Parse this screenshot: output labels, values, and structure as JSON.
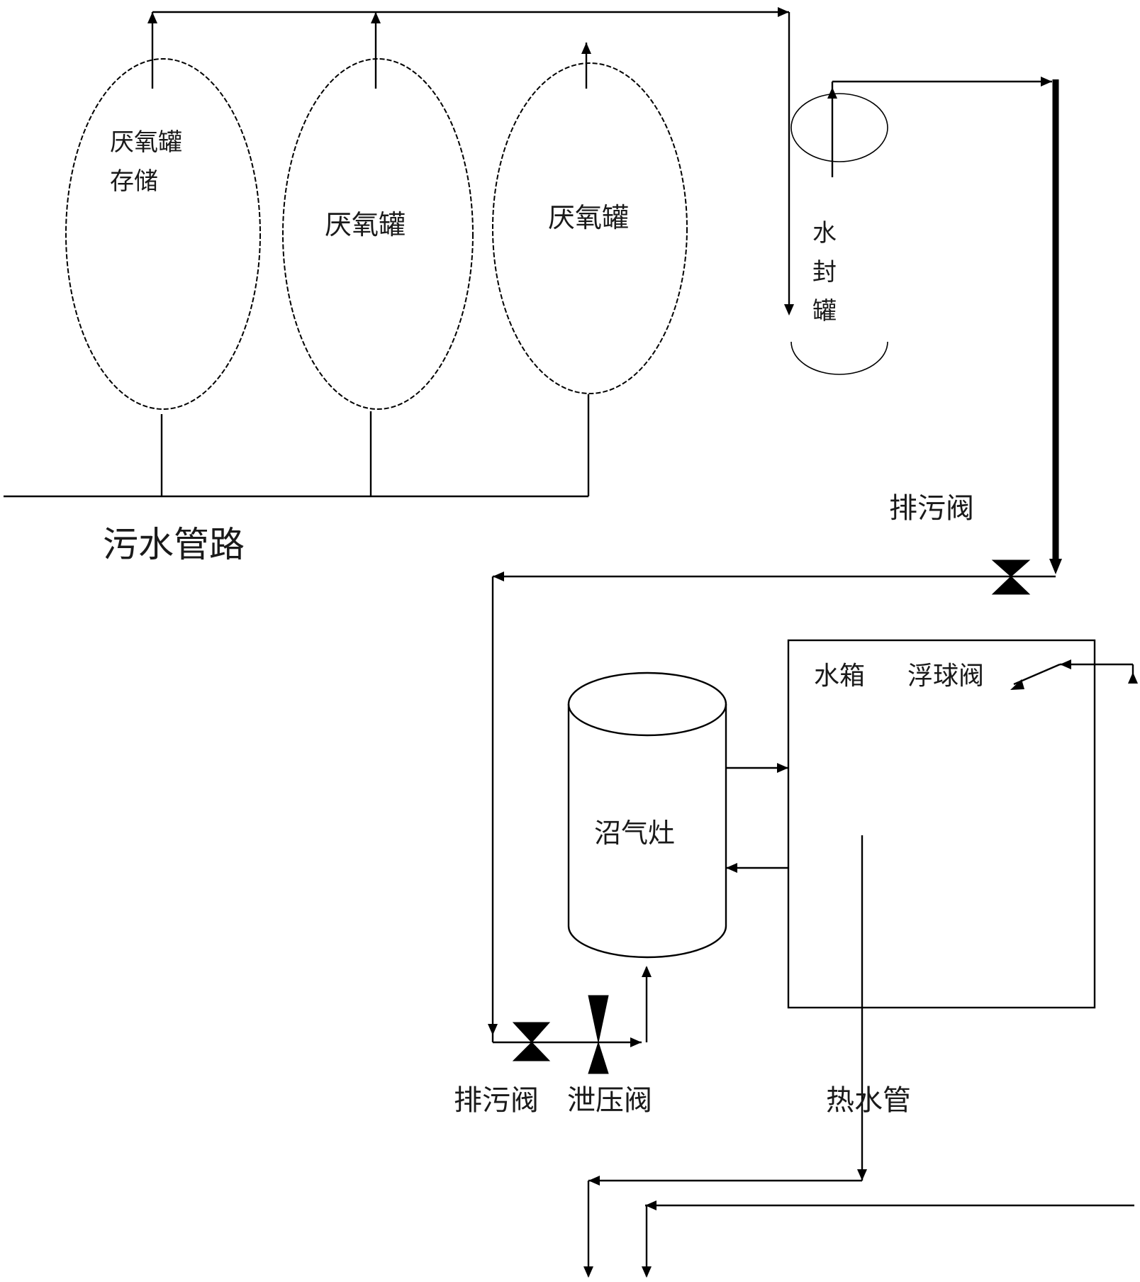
{
  "labels": {
    "tank1": [
      "厌氧罐",
      "存储"
    ],
    "tank2": "厌氧罐",
    "tank3": "厌氧罐",
    "water_seal": [
      "水",
      "封",
      "罐"
    ],
    "sewage_pipeline": "污水管路",
    "drain_valve_top": "排污阀",
    "water_tank": "水箱",
    "float_valve": "浮球阀",
    "cooker": "沼气灶",
    "drain_valve_bottom": "排污阀",
    "relief_valve": "泄压阀",
    "hot_water_pipe": "热水管"
  },
  "colors": {
    "line": "#000000",
    "background": "#ffffff"
  }
}
